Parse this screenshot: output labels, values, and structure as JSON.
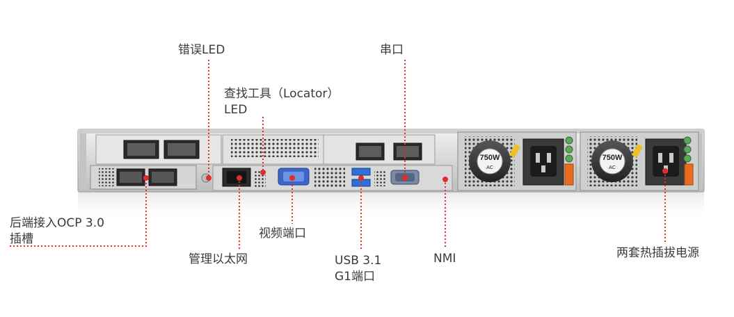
{
  "callouts": {
    "error_led": "错误LED",
    "serial": "串口",
    "locator_led_line1": "查找工具（Locator）",
    "locator_led_line2": "LED",
    "ocp_line1": "后端接入OCP 3.0",
    "ocp_line2": "插槽",
    "video": "视频端口",
    "mgmt_eth": "管理以太网",
    "usb_line1": "USB 3.1",
    "usb_line2": "G1端口",
    "nmi": "NMI",
    "psu": "两套热插拔电源"
  },
  "psu_badges": [
    {
      "watt": "750W",
      "type": "AC"
    },
    {
      "watt": "750W",
      "type": "AC"
    }
  ],
  "colors": {
    "leader": "#d9302c",
    "chassis": "#dcdcdc",
    "usb": "#2f6fd6",
    "vga": "#4a78d0",
    "psu_handle": "#e86d1f"
  }
}
